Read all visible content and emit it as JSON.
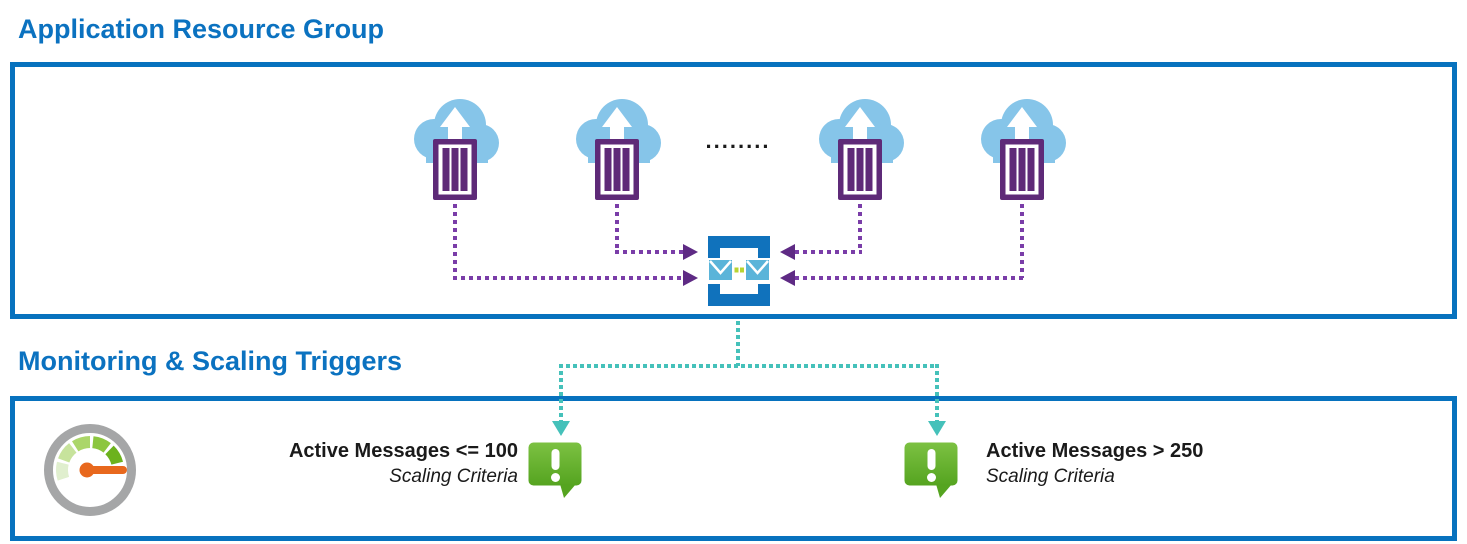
{
  "titles": {
    "application_group": "Application Resource Group",
    "monitoring": "Monitoring & Scaling Triggers"
  },
  "app_group": {
    "container_instance_count": 4,
    "ellipsis": "........",
    "icons": {
      "container_instance": "cloud-container-upload-icon",
      "queue": "service-bus-queue-icon"
    }
  },
  "triggers": {
    "monitor_icon": "metrics-gauge-icon",
    "left": {
      "criteria": "Active Messages <= 100",
      "label": "Scaling Criteria",
      "alert_icon": "scaling-alert-icon"
    },
    "right": {
      "criteria": "Active Messages > 250",
      "label": "Scaling Criteria",
      "alert_icon": "scaling-alert-icon"
    }
  },
  "colors": {
    "title_blue": "#0B72C0",
    "border_blue": "#0772BE",
    "cloud_blue": "#86C5E9",
    "container_purple": "#5E2A78",
    "connector_purple": "#7A3DA8",
    "queue_blue": "#1072BC",
    "envelope_blue": "#5AB4D9",
    "queue_dash_green": "#B8D432",
    "teal": "#45C1BA",
    "alert_green_top": "#7CC142",
    "alert_green_bottom": "#55A420",
    "needle_orange": "#E8681D",
    "gauge_gray": "#A5A6A7"
  }
}
